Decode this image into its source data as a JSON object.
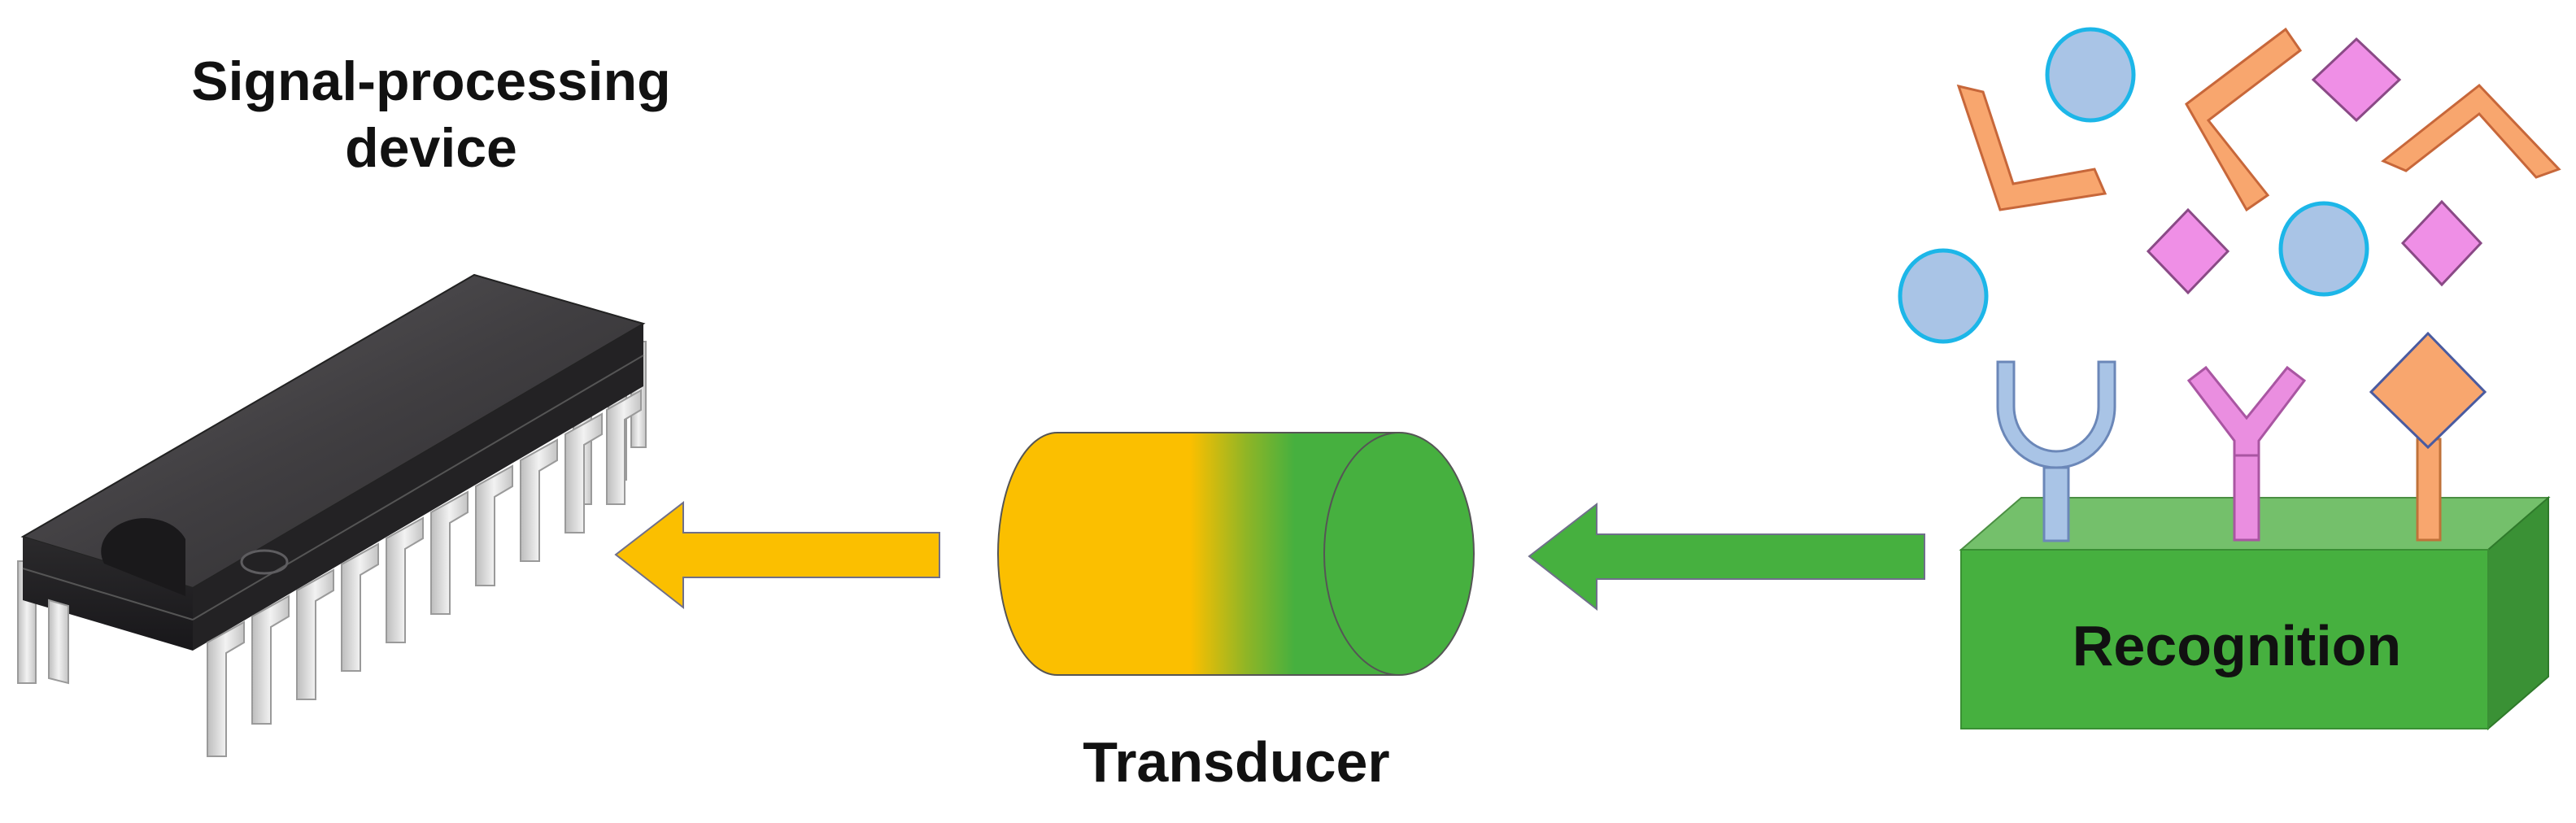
{
  "labels": {
    "device_line1": "Signal-processing",
    "device_line2": "device",
    "transducer": "Transducer",
    "recognition": "Recognition"
  },
  "colors": {
    "transducer_yellow": "#fbbf00",
    "recognition_green": "#46b03f",
    "arrow_yellow": "#fbbf00",
    "arrow_green": "#46b03f",
    "receptor_blue": "#a9c4e6",
    "receptor_pink": "#ea8ee0",
    "receptor_orange": "#f8a66e",
    "analyte_circle_fill": "#a9c4e6",
    "analyte_circle_stroke": "#1cb6e8",
    "analyte_diamond_fill": "#ef8fe6",
    "analyte_chevron_fill": "#f8a66e",
    "chip_body": "#3a3a3c",
    "chip_pins": "#d7d7d7"
  }
}
